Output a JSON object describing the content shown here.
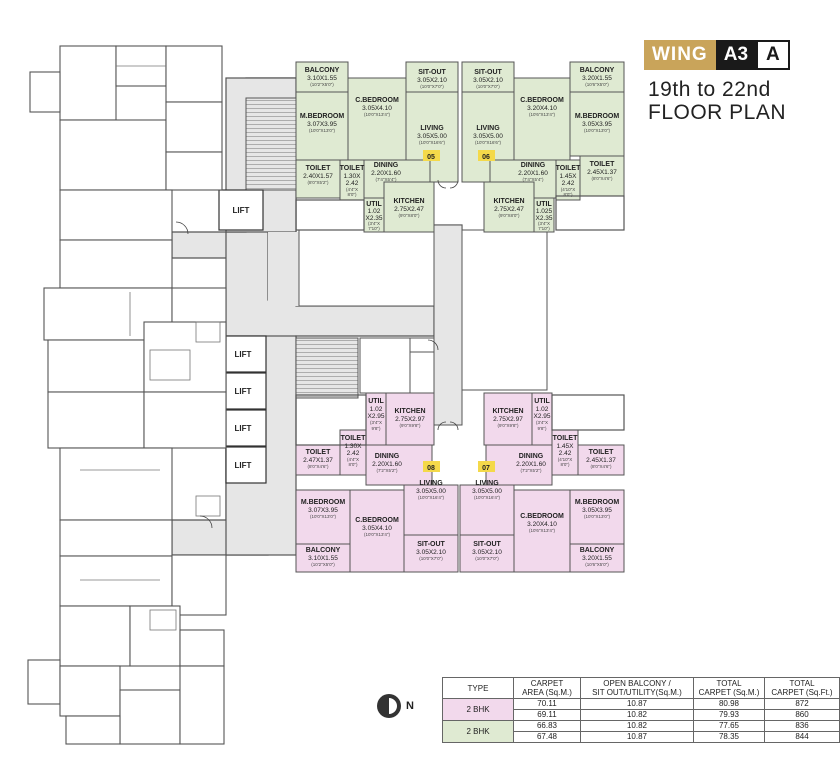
{
  "header": {
    "wing_label": "WING",
    "wing_code": "A3",
    "wing_sub": "A",
    "subtitle_line1": "19th to 22nd",
    "subtitle_line2": "FLOOR PLAN"
  },
  "compass": {
    "label": "N"
  },
  "colors": {
    "green": "#dfead2",
    "pink": "#f2d9ec",
    "flat_tag": "#f4d94a",
    "gold": "#c9a45a"
  },
  "lift_label": "LIFT",
  "flats": {
    "05": {
      "number": "05",
      "balcony": {
        "name": "BALCONY",
        "dim": "3.10X1.55",
        "ft": "(10'2\"X5'0\")"
      },
      "mbed": {
        "name": "M.BEDROOM",
        "dim": "3.07X3.95",
        "ft": "(10'0\"X13'0\")"
      },
      "cbed": {
        "name": "C.BEDROOM",
        "dim": "3.05X4.10",
        "ft": "(10'0\"X13'4\")"
      },
      "sitout": {
        "name": "SIT-OUT",
        "dim": "3.05X2.10",
        "ft": "(10'0\"X7'0\")"
      },
      "living": {
        "name": "LIVING",
        "dim": "3.05X5.00",
        "ft": "(10'0\"X16'6\")"
      },
      "toilet1": {
        "name": "TOILET",
        "dim": "2.40X1.57",
        "ft": "(8'0\"X5'2\")"
      },
      "toilet2": {
        "name": "TOILET",
        "dim": "1.30X",
        "dim2": "2.42",
        "ft": "(4'4\"X",
        "ft2": "8'0\")"
      },
      "dining": {
        "name": "DINING",
        "dim": "2.20X1.60",
        "ft": "(7'4\"X5'4\")"
      },
      "util": {
        "name": "UTIL",
        "dim": "1.02",
        "dim2": "X2.35",
        "ft": "(3'4\"X",
        "ft2": "7'10\")"
      },
      "kitchen": {
        "name": "KITCHEN",
        "dim": "2.75X2.47",
        "ft": "(9'0\"X8'0\")"
      }
    },
    "06": {
      "number": "06",
      "sitout": {
        "name": "SIT-OUT",
        "dim": "3.05X2.10",
        "ft": "(10'0\"X7'0\")"
      },
      "living": {
        "name": "LIVING",
        "dim": "3.05X5.00",
        "ft": "(10'0\"X16'6\")"
      },
      "cbed": {
        "name": "C.BEDROOM",
        "dim": "3.20X4.10",
        "ft": "(10'6\"X13'4\")"
      },
      "balcony": {
        "name": "BALCONY",
        "dim": "3.20X1.55",
        "ft": "(10'6\"X5'0\")"
      },
      "mbed": {
        "name": "M.BEDROOM",
        "dim": "3.05X3.95",
        "ft": "(10'0\"X13'0\")"
      },
      "dining": {
        "name": "DINING",
        "dim": "2.20X1.60",
        "ft": "(7'4\"X5'4\")"
      },
      "toilet2": {
        "name": "TOILET",
        "dim": "1.45X",
        "dim2": "2.42",
        "ft": "(4'10\"X",
        "ft2": "8'0\")"
      },
      "toilet1": {
        "name": "TOILET",
        "dim": "2.45X1.37",
        "ft": "(8'0\"X4'6\")"
      },
      "util": {
        "name": "UTIL",
        "dim": "1.025",
        "dim2": "X2.35",
        "ft": "(3'4\"X",
        "ft2": "7'10\")"
      },
      "kitchen": {
        "name": "KITCHEN",
        "dim": "2.75X2.47",
        "ft": "(9'0\"X8'0\")"
      }
    },
    "08": {
      "number": "08",
      "util": {
        "name": "UTIL",
        "dim": "1.02",
        "dim2": "X2.95",
        "ft": "(3'4\"X",
        "ft2": "9'8\")"
      },
      "kitchen": {
        "name": "KITCHEN",
        "dim": "2.75X2.97",
        "ft": "(9'0\"X9'8\")"
      },
      "toilet1": {
        "name": "TOILET",
        "dim": "2.47X1.37",
        "ft": "(8'0\"X4'6\")"
      },
      "toilet2": {
        "name": "TOILET",
        "dim": "1.30X",
        "dim2": "2.42",
        "ft": "(4'4\"X",
        "ft2": "8'0\")"
      },
      "dining": {
        "name": "DINING",
        "dim": "2.20X1.60",
        "ft": "(7'2\"X5'2\")"
      },
      "living": {
        "name": "LIVING",
        "dim": "3.05X5.00",
        "ft": "(10'0\"X16'4\")"
      },
      "mbed": {
        "name": "M.BEDROOM",
        "dim": "3.07X3.95",
        "ft": "(10'0\"X13'0\")"
      },
      "cbed": {
        "name": "C.BEDROOM",
        "dim": "3.05X4.10",
        "ft": "(10'0\"X13'4\")"
      },
      "balcony": {
        "name": "BALCONY",
        "dim": "3.10X1.55",
        "ft": "(10'2\"X5'0\")"
      },
      "sitout": {
        "name": "SIT-OUT",
        "dim": "3.05X2.10",
        "ft": "(10'0\"X7'0\")"
      }
    },
    "07": {
      "number": "07",
      "kitchen": {
        "name": "KITCHEN",
        "dim": "2.75X2.97",
        "ft": "(9'0\"X9'8\")"
      },
      "util": {
        "name": "UTIL",
        "dim": "1.02",
        "dim2": "X2.95",
        "ft": "(3'4\"X",
        "ft2": "9'8\")"
      },
      "toilet2": {
        "name": "TOILET",
        "dim": "1.45X",
        "dim2": "2.42",
        "ft": "(4'10\"X",
        "ft2": "8'0\")"
      },
      "toilet1": {
        "name": "TOILET",
        "dim": "2.45X1.37",
        "ft": "(8'0\"X4'6\")"
      },
      "dining": {
        "name": "DINING",
        "dim": "2.20X1.60",
        "ft": "(7'2\"X5'2\")"
      },
      "living": {
        "name": "LIVING",
        "dim": "3.05X5.00",
        "ft": "(10'0\"X16'4\")"
      },
      "cbed": {
        "name": "C.BEDROOM",
        "dim": "3.20X4.10",
        "ft": "(10'6\"X13'4\")"
      },
      "mbed": {
        "name": "M.BEDROOM",
        "dim": "3.05X3.95",
        "ft": "(10'0\"X13'0\")"
      },
      "sitout": {
        "name": "SIT-OUT",
        "dim": "3.05X2.10",
        "ft": "(10'0\"X7'0\")"
      },
      "balcony": {
        "name": "BALCONY",
        "dim": "3.20X1.55",
        "ft": "(10'6\"X5'0\")"
      }
    }
  },
  "area_table": {
    "headers": {
      "type": "TYPE",
      "carpet_1": "CARPET",
      "carpet_2": "AREA (Sq.M.)",
      "open_1": "OPEN BALCONY /",
      "open_2": "SIT OUT/UTILITY(Sq.M.)",
      "tcm_1": "TOTAL",
      "tcm_2": "CARPET (Sq.M.)",
      "tcf_1": "TOTAL",
      "tcf_2": "CARPET (Sq.Ft.)"
    },
    "groups": [
      {
        "type": "2 BHK",
        "rows": [
          {
            "carpet": "70.11",
            "open": "10.87",
            "total_m": "80.98",
            "total_ft": "872"
          },
          {
            "carpet": "69.11",
            "open": "10.82",
            "total_m": "79.93",
            "total_ft": "860"
          }
        ]
      },
      {
        "type": "2 BHK",
        "rows": [
          {
            "carpet": "66.83",
            "open": "10.82",
            "total_m": "77.65",
            "total_ft": "836"
          },
          {
            "carpet": "67.48",
            "open": "10.87",
            "total_m": "78.35",
            "total_ft": "844"
          }
        ]
      }
    ]
  }
}
